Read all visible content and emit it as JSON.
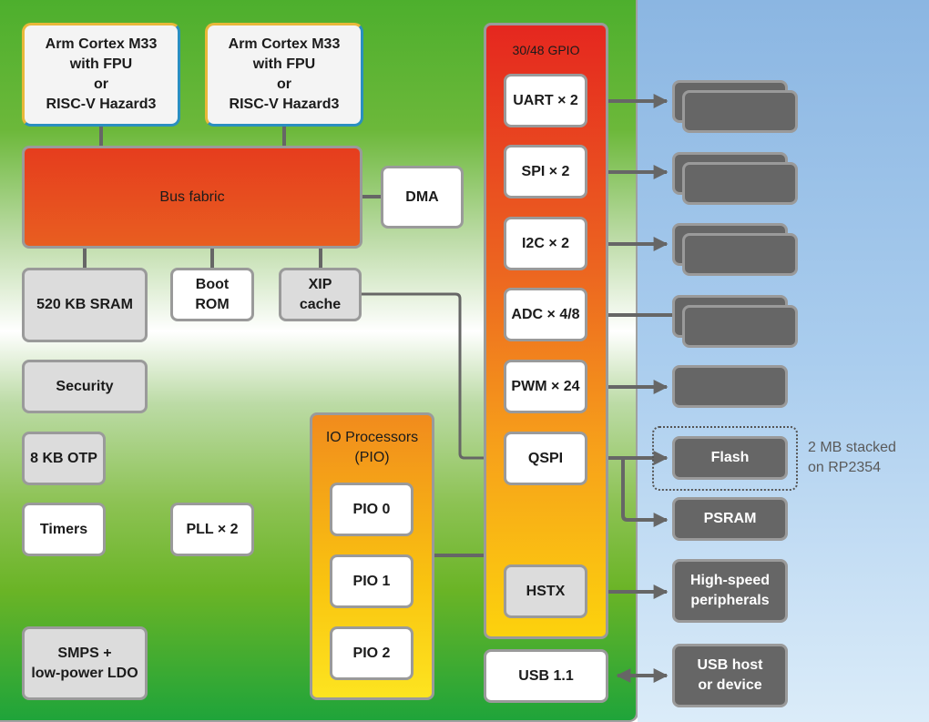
{
  "colors": {
    "connector": "#666666",
    "bus_fabric": "#e63d1e",
    "device": "#666666"
  },
  "cores": [
    {
      "label": "Arm Cortex M33\nwith FPU\nor\nRISC-V Hazard3"
    },
    {
      "label": "Arm Cortex M33\nwith FPU\nor\nRISC-V Hazard3"
    }
  ],
  "bus_fabric": {
    "label": "Bus fabric"
  },
  "dma": {
    "label": "DMA"
  },
  "memory": {
    "sram": "520 KB SRAM",
    "boot_rom": "Boot\nROM",
    "xip_cache": "XIP\ncache",
    "security": "Security",
    "otp": "8 KB OTP",
    "timers": "Timers",
    "pll": "PLL × 2",
    "power": "SMPS +\nlow-power LDO"
  },
  "pio": {
    "title": "IO Processors\n(PIO)",
    "blocks": [
      "PIO 0",
      "PIO 1",
      "PIO 2"
    ]
  },
  "gpio": {
    "title": "30/48 GPIO",
    "peripherals": [
      "UART × 2",
      "SPI × 2",
      "I2C × 2",
      "ADC × 4/8",
      "PWM × 24",
      "QSPI",
      "HSTX"
    ]
  },
  "usb": {
    "label": "USB 1.1"
  },
  "external": {
    "flash": "Flash",
    "psram": "PSRAM",
    "high_speed": "High-speed\nperipherals",
    "usb_device": "USB host\nor device",
    "flash_note": "2 MB stacked\non RP2354"
  }
}
